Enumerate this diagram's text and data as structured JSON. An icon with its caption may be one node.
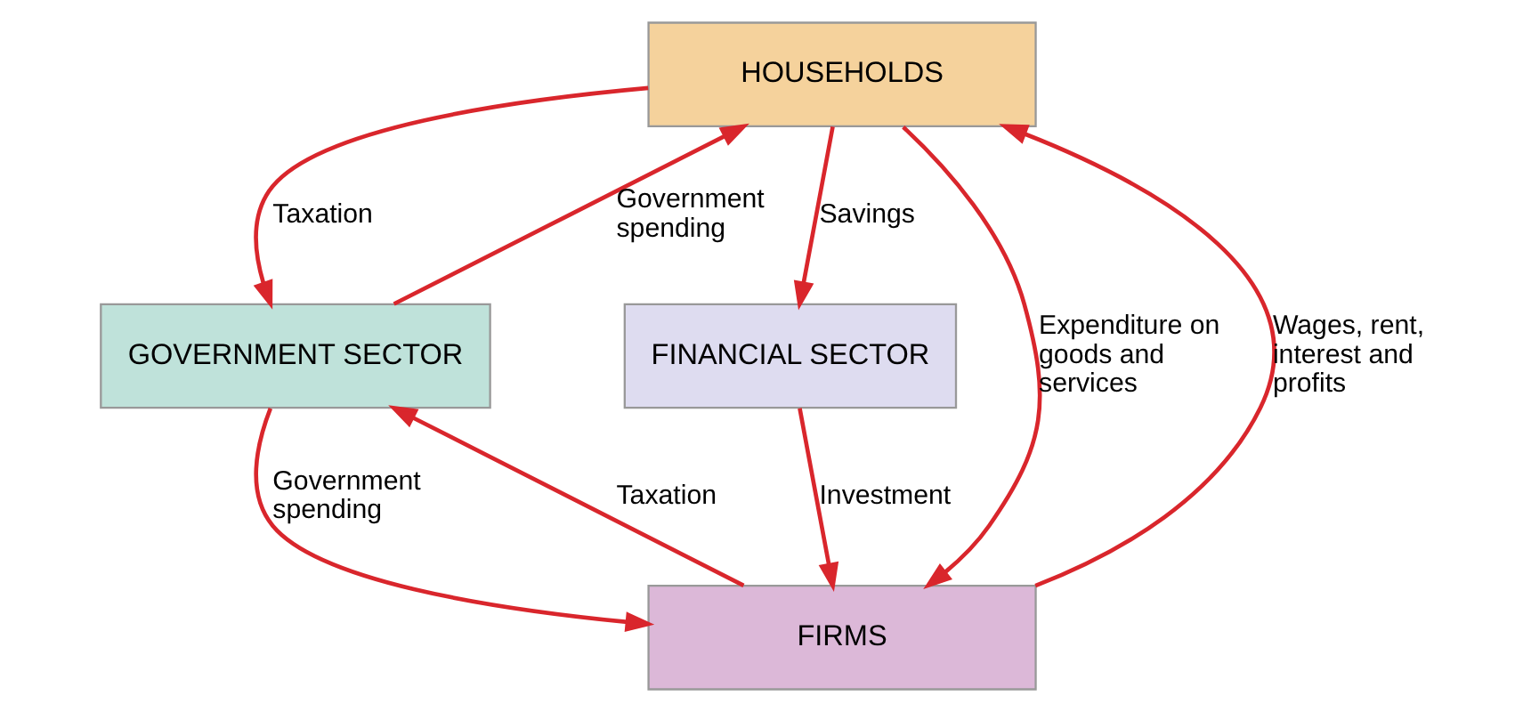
{
  "diagram": {
    "nodes": [
      {
        "text": [
          "HOUSEHOLDS"
        ]
      },
      {
        "text": [
          "GOVERNMENT SECTOR"
        ]
      },
      {
        "text": [
          "FINANCIAL SECTOR"
        ]
      },
      {
        "text": [
          "FIRMS"
        ]
      }
    ],
    "edges": [
      {
        "from": 0,
        "to": 1,
        "arrow": "to",
        "label": "Taxation"
      },
      {
        "from": 1,
        "to": 0,
        "arrow": "to",
        "label": "Government spending"
      },
      {
        "from": 0,
        "to": 2,
        "arrow": "to",
        "label": "Savings"
      },
      {
        "from": 0,
        "to": 3,
        "arrow": "to",
        "label": "Expenditure on goods and services"
      },
      {
        "from": 1,
        "to": 3,
        "arrow": "to",
        "label": "Government spending"
      },
      {
        "from": 3,
        "to": 1,
        "arrow": "to",
        "label": "Taxation"
      },
      {
        "from": 2,
        "to": 3,
        "arrow": "to",
        "label": "Investment"
      },
      {
        "from": 3,
        "to": 0,
        "arrow": "to",
        "label": "Wages, rent, interest and profits"
      }
    ]
  }
}
